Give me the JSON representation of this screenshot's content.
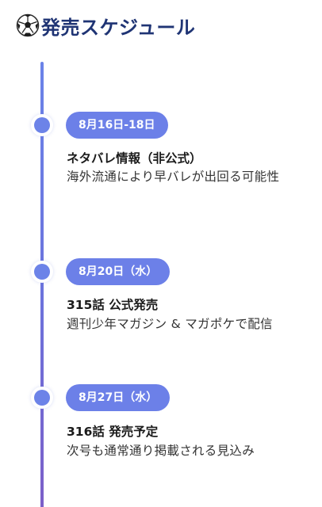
{
  "header": {
    "title": "発売スケジュール",
    "icon": "soccer-ball-icon"
  },
  "colors": {
    "title": "#1f3474",
    "accent": "#6c80e8",
    "timeline_top": "#6b83e8",
    "timeline_bottom": "#7c5fc8"
  },
  "events": [
    {
      "date": "8月16日-18日",
      "title": "ネタバレ情報（非公式）",
      "description": "海外流通により早バレが出回る可能性"
    },
    {
      "date": "8月20日（水）",
      "title": "315話 公式発売",
      "description": "週刊少年マガジン & マガポケで配信"
    },
    {
      "date": "8月27日（水）",
      "title": "316話 発売予定",
      "description": "次号も通常通り掲載される見込み"
    }
  ]
}
